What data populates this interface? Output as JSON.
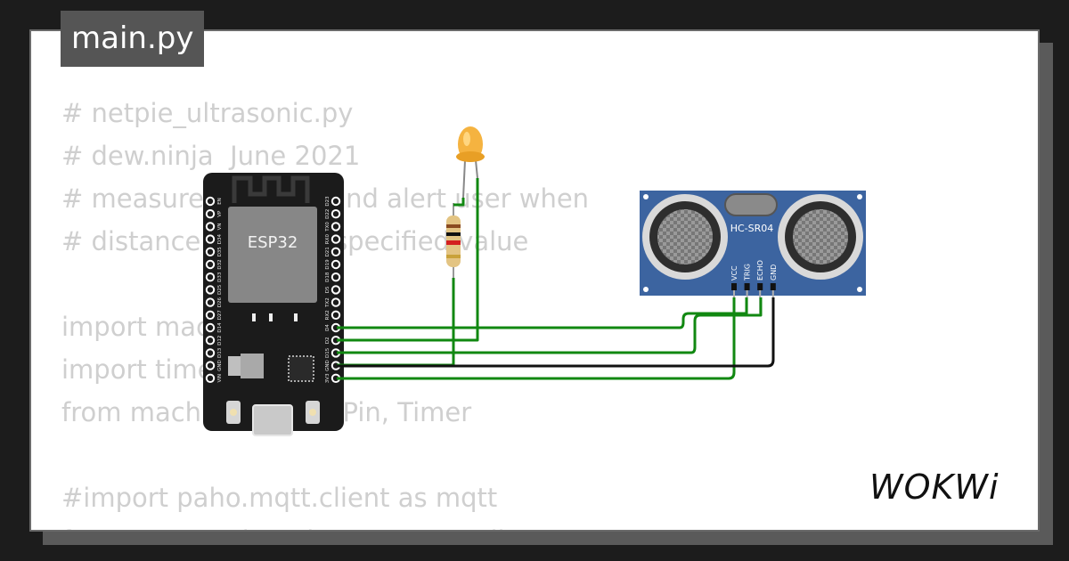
{
  "tab": {
    "filename": "main.py"
  },
  "code_lines": [
    "# netpie_ultrasonic.py",
    "# dew.ninja  June 2021",
    "# measure distance and alert user when",
    "# distance less than specified value",
    "",
    "import machine",
    "import time",
    "from machine import Pin, Timer",
    "",
    "#import paho.mqtt.client as mqtt",
    "from umqtt.robust import MQTTClient"
  ],
  "esp32": {
    "label": "ESP32",
    "pins_left": [
      "EN",
      "VP",
      "VN",
      "D34",
      "D35",
      "D32",
      "D33",
      "D25",
      "D26",
      "D27",
      "D14",
      "D12",
      "D13",
      "GND",
      "VIN"
    ],
    "pins_right": [
      "D23",
      "D22",
      "TX0",
      "RX0",
      "D21",
      "D19",
      "D18",
      "D5",
      "TX2",
      "RX2",
      "D4",
      "D2",
      "D15",
      "GND",
      "3V3"
    ]
  },
  "sensor": {
    "label": "HC-SR04",
    "pins": [
      "VCC",
      "TRIG",
      "ECHO",
      "GND"
    ]
  },
  "colors": {
    "wire": "#118811",
    "ground_wire": "#111111",
    "board": "#1b1b1b",
    "sensor_board": "#3c64a0"
  },
  "brand": {
    "logo": "WOKWi"
  }
}
